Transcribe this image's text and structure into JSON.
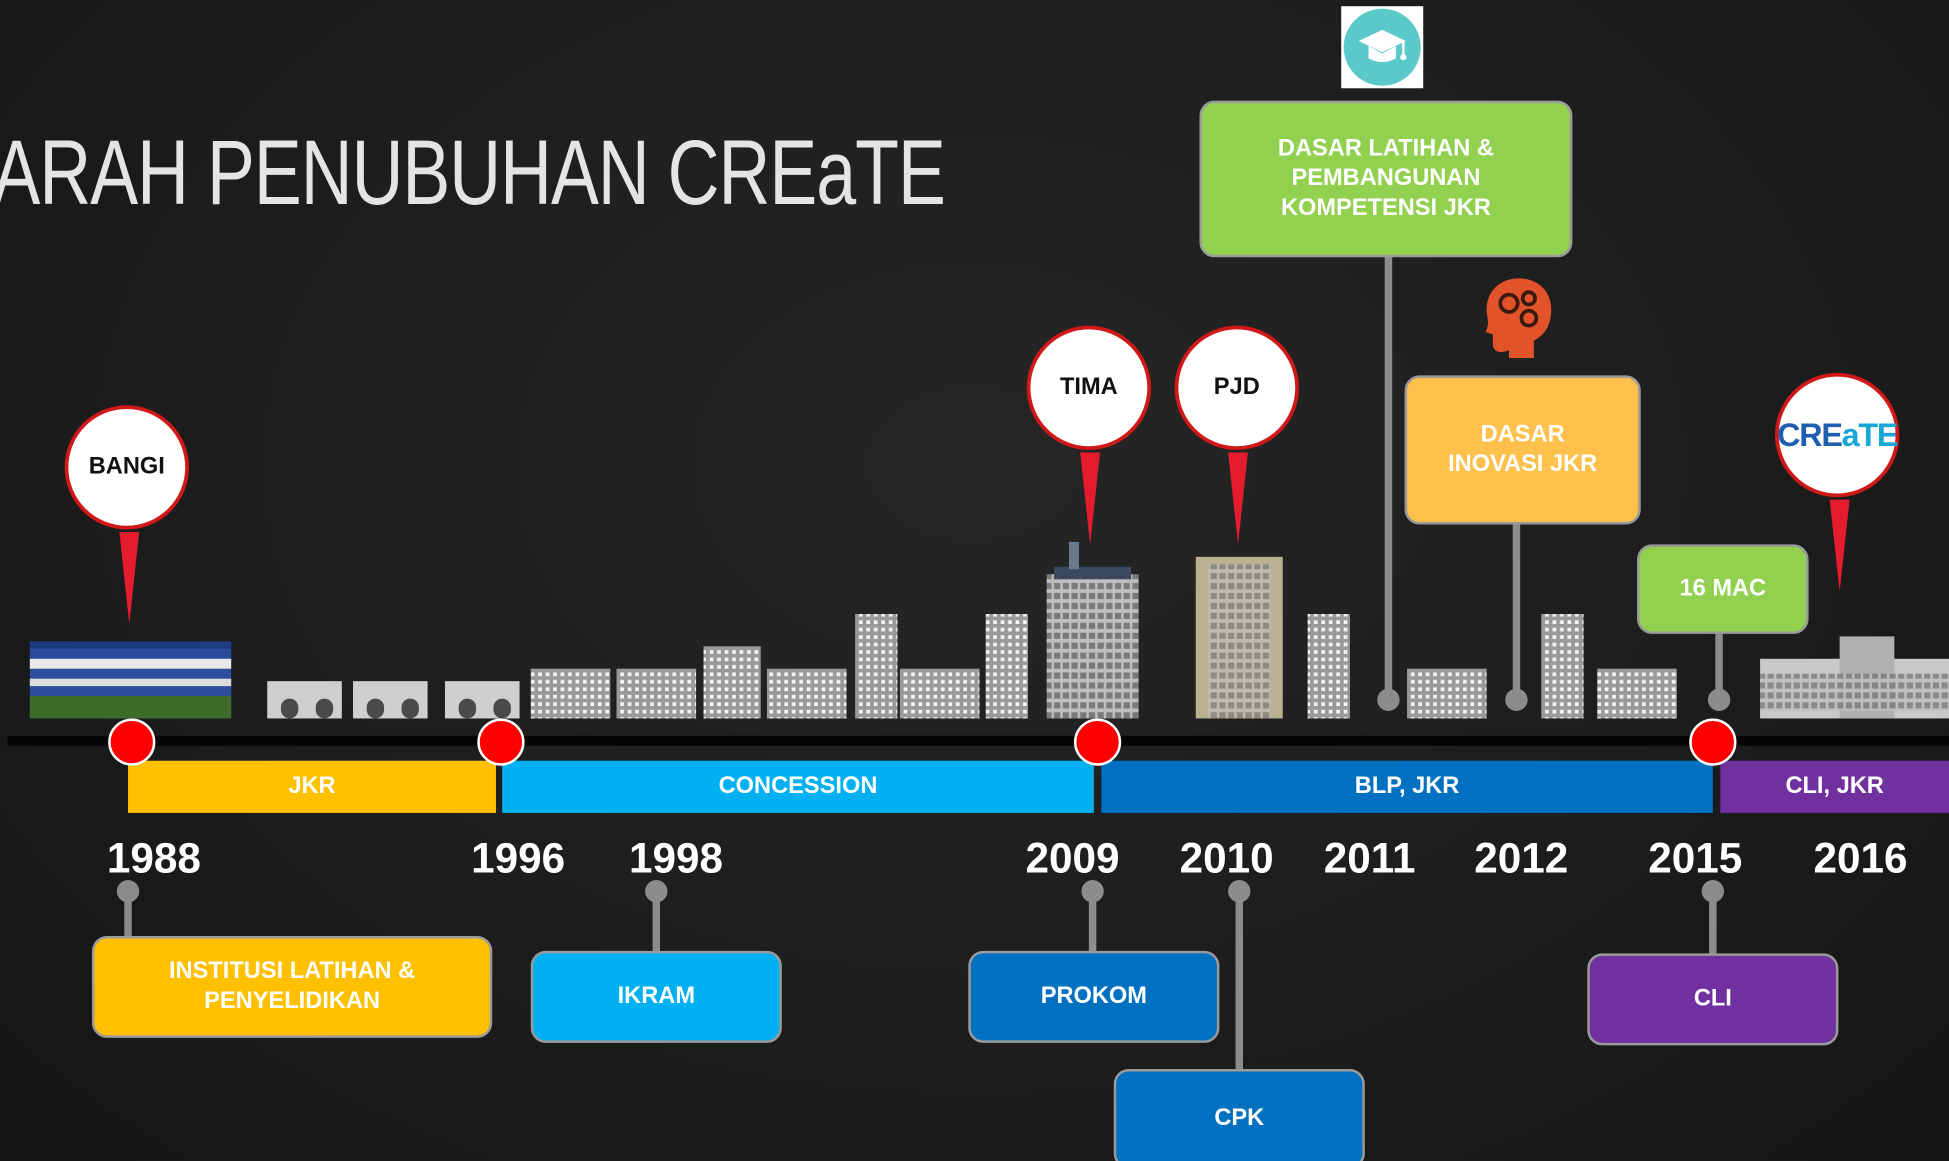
{
  "title": "ARAH PENUBUHAN CREaTE",
  "periods": [
    {
      "label": "JKR",
      "color": "#ffc000"
    },
    {
      "label": "CONCESSION",
      "color": "#00b0f0"
    },
    {
      "label": "BLP, JKR",
      "color": "#0070c0"
    },
    {
      "label": "CLI, JKR",
      "color": "#7030a0"
    }
  ],
  "years": [
    "1988",
    "1996",
    "1998",
    "2009",
    "2010",
    "2011",
    "2012",
    "2015",
    "2016"
  ],
  "bottom_boxes": [
    "INSTITUSI LATIHAN & PENYELIDIKAN",
    "IKRAM",
    "PROKOM",
    "CPK",
    "CLI"
  ],
  "top_boxes": {
    "dasar_latihan": "DASAR LATIHAN & PEMBANGUNAN KOMPETENSI JKR",
    "dasar_inovasi": "DASAR INOVASI JKR",
    "mac": "16 MAC"
  },
  "pins": [
    "BANGI",
    "TIMA",
    "PJD"
  ],
  "brand": {
    "a": "CRE",
    "b": "a",
    "c": "TE"
  },
  "colors": {
    "green": "#92d050",
    "orange": "#ffc04c",
    "teal": "#5bc9c9",
    "brain": "#e2532a"
  },
  "icons": [
    "graduation-cap-icon",
    "brain-gears-icon"
  ]
}
